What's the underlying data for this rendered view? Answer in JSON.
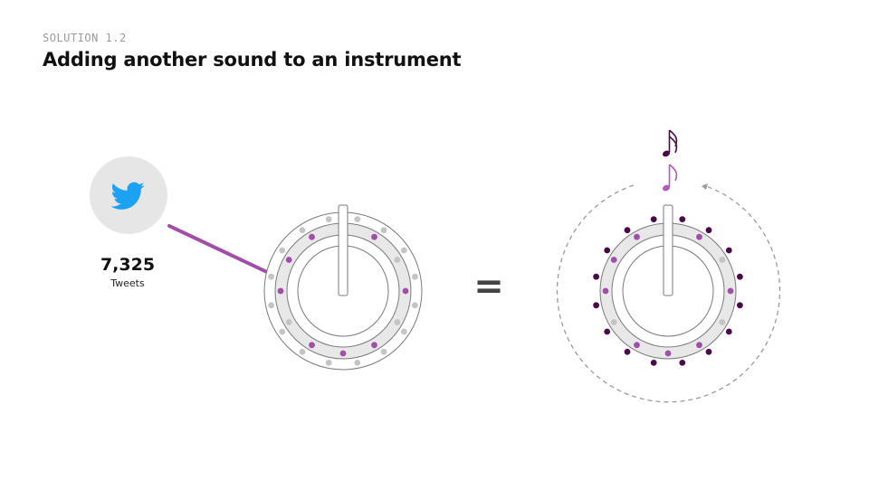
{
  "header": {
    "eyebrow": "SOLUTION 1.2",
    "title": "Adding another sound to an instrument"
  },
  "source": {
    "icon": "twitter-bird-icon",
    "count": "7,325",
    "count_label": "Tweets"
  },
  "operator": "=",
  "colors": {
    "accent": "#a34dab",
    "dark": "#4a0a4a",
    "twitter": "#1da1f2",
    "ring_fill": "#e8e8e8",
    "stroke": "#7a7a7a",
    "inactive_dot": "#c4c4c4"
  },
  "dials": {
    "outer_steps": 16,
    "inner_steps": 12,
    "left": {
      "outer_active_steps": [],
      "inner_active_steps": [
        1,
        3,
        5,
        6,
        7,
        9,
        10,
        11
      ]
    },
    "right": {
      "outer_active_steps": [
        0,
        1,
        2,
        3,
        4,
        5,
        6,
        7,
        8,
        9,
        10,
        11,
        12,
        13,
        14,
        15
      ],
      "inner_active_steps": [
        1,
        3,
        5,
        6,
        7,
        9,
        10,
        11
      ]
    }
  },
  "notes": {
    "icon": "eighth-note-icon",
    "count": 2
  }
}
